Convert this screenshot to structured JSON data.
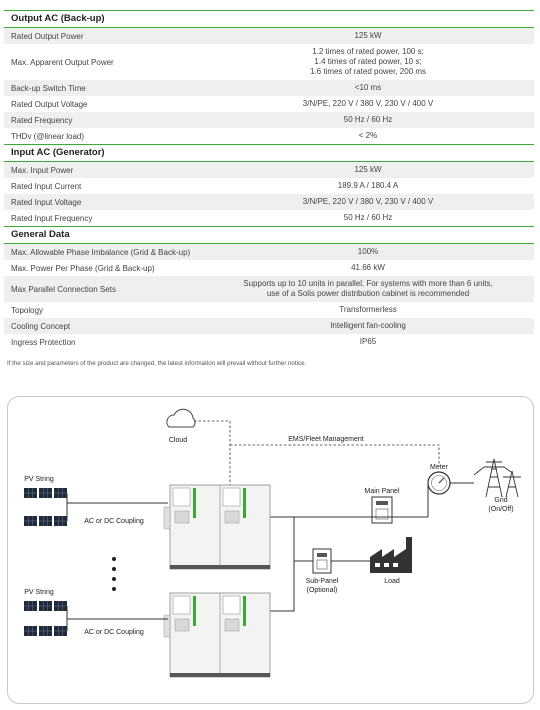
{
  "sections": [
    {
      "title": "Output AC (Back-up)",
      "rows": [
        {
          "label": "Rated Output Power",
          "value": "125 kW"
        },
        {
          "label": "Max. Apparent Output Power",
          "value": "1.2 times of rated power, 100 s;\n1.4 times of rated power, 10 s;\n1.6 times of rated power, 200 ms"
        },
        {
          "label": "Back-up Switch Time",
          "value": "<10 ms"
        },
        {
          "label": "Rated Output Voltage",
          "value": "3/N/PE, 220 V / 380 V, 230 V / 400 V"
        },
        {
          "label": "Rated Frequency",
          "value": "50 Hz / 60 Hz"
        },
        {
          "label": "THDv (@linear load)",
          "value": "< 2%"
        }
      ]
    },
    {
      "title": "Input AC (Generator)",
      "rows": [
        {
          "label": "Max. Input Power",
          "value": "125 kW"
        },
        {
          "label": "Rated Input Current",
          "value": "189.9 A / 180.4 A"
        },
        {
          "label": "Rated Input Voltage",
          "value": "3/N/PE, 220 V / 380 V, 230 V / 400 V"
        },
        {
          "label": "Rated Input Frequency",
          "value": "50 Hz / 60 Hz"
        }
      ]
    },
    {
      "title": "General Data",
      "rows": [
        {
          "label": "Max. Allowable Phase Imbalance (Grid & Back-up)",
          "value": "100%"
        },
        {
          "label": "Max. Power Per Phase (Grid & Back-up)",
          "value": "41.66 kW"
        },
        {
          "label": "Max Parallel Connection Sets",
          "value": "Supports up to 10 units in parallel. For systems with more than 6 units,\nuse of a Solis power distribution cabinet is recommended"
        },
        {
          "label": "Topology",
          "value": "Transformerless"
        },
        {
          "label": "Cooling Concept",
          "value": "Intelligent fan-cooling"
        },
        {
          "label": "Ingress Protection",
          "value": "IP65"
        }
      ]
    }
  ],
  "note": "If the size and parameters of the product are changed, the latest information will prevail without further notice.",
  "diagram": {
    "cloud": "Cloud",
    "ems": "EMS/Fleet Management",
    "meter": "Meter",
    "grid": "Grid",
    "grid_sub": "(On/Off)",
    "main_panel": "Main Panel",
    "sub_panel": "Sub-Panel",
    "sub_panel_sub": "(Optional)",
    "load": "Load",
    "pv_top": "PV String",
    "pv_bottom": "PV String",
    "coupling_top": "AC or DC Coupling",
    "coupling_bottom": "AC or DC Coupling"
  },
  "colors": {
    "accent": "#3aaa35",
    "row_shade": "#efefef"
  }
}
